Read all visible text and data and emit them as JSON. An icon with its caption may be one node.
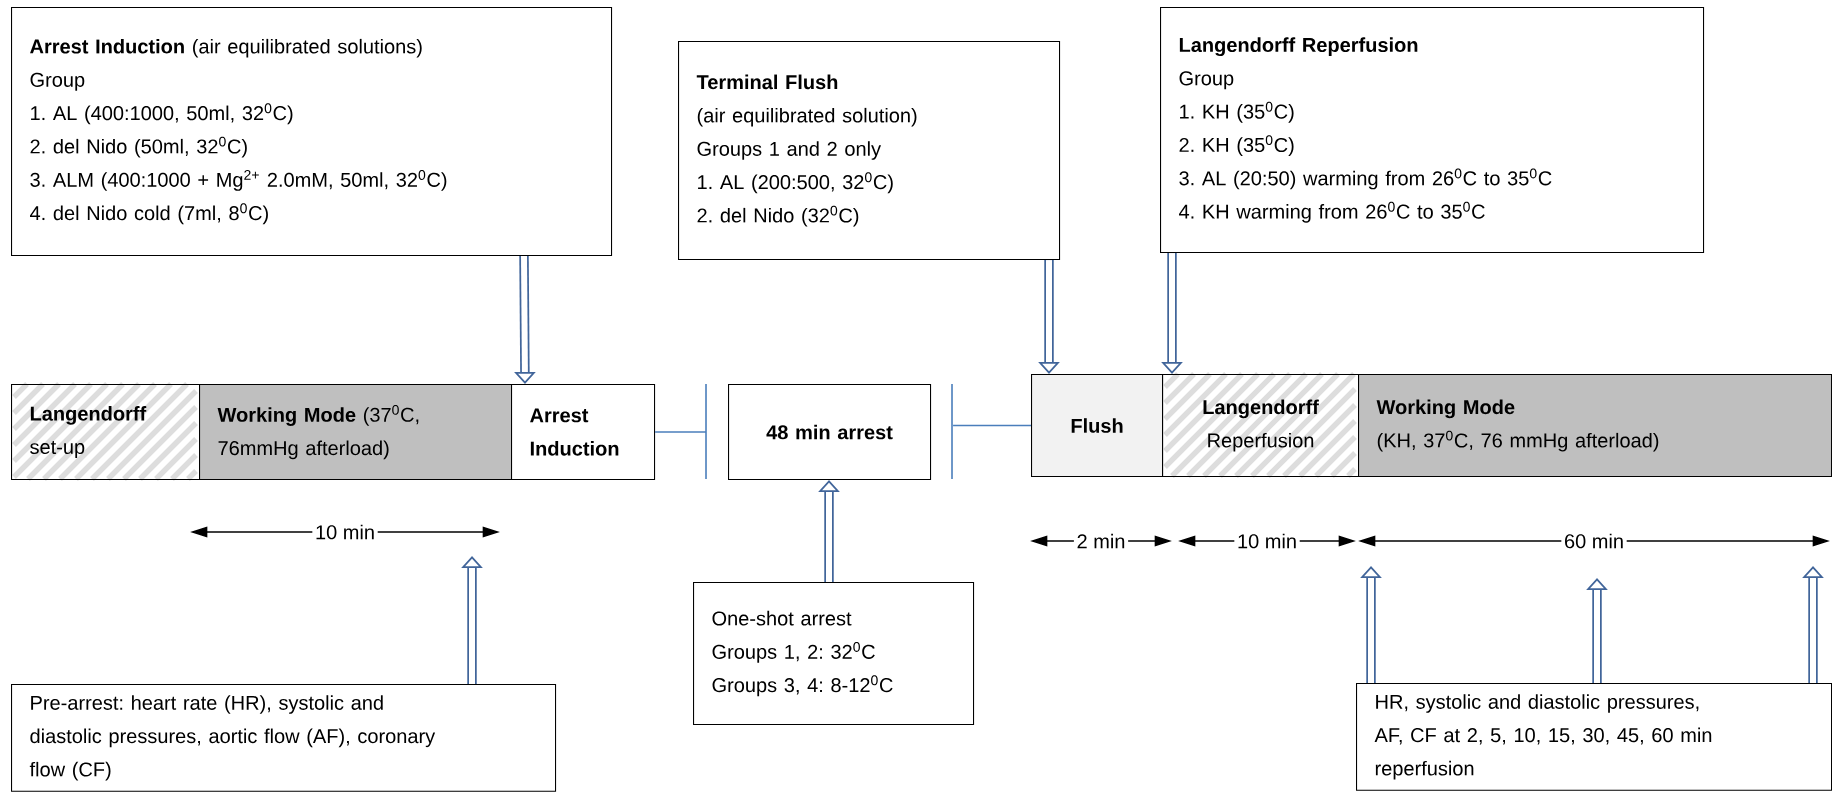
{
  "diagram": {
    "nodes": [
      {
        "text": [
          "**Arrest Induction** (air equilibrated solutions)",
          "Group",
          "1. AL (400:1000, 50ml, 32$^{0}$C)",
          "2. del Nido (50ml, 32$^{0}$C)",
          "3. ALM (400:1000 + Mg$^{2+}$ 2.0mM, 50ml, 32$^{0}$C)",
          "4. del Nido cold (7ml, 8$^{0}$C)"
        ]
      },
      {
        "text": [
          "Terminal Flush",
          "(air equilibrated solution)",
          "Groups 1 and 2 only",
          "1. AL (200:500, 32$^{0}$C)",
          "2. del Nido (32$^{0}$C)"
        ]
      },
      {
        "text": [
          "Langendorff  Reperfusion",
          "Group",
          "1. KH (35$^{0}$C)",
          "2. KH (35$^{0}$C)",
          "3. AL (20:50) warming from 26$^{0}$C to 35$^{0}$C",
          "4. KH warming from 26$^{0}$C to 35$^{0}$C"
        ]
      },
      {
        "text": [
          "Langendorff",
          "set-up"
        ]
      },
      {
        "text": [
          "**Working Mode** (37$^{0}$C, 76mmHg afterload)"
        ]
      },
      {
        "text": [
          "Arrest Induction"
        ]
      },
      {
        "text": [
          "48 min arrest"
        ]
      },
      {
        "text": [
          "Flush"
        ]
      },
      {
        "text": [
          "Langendorff",
          "Reperfusion"
        ]
      },
      {
        "text": [
          "Working Mode",
          "(KH, 37$^{0}$C, 76 mmHg afterload)"
        ]
      },
      {
        "text": [
          "Pre-arrest:  heart rate (HR), systolic and diastolic pressures, aortic flow (AF), coronary flow (CF)"
        ]
      },
      {
        "text": [
          "One-shot arrest",
          "Groups 1, 2: 32$^{0}$C",
          "Groups 3, 4: 8-12$^{0}$C"
        ]
      },
      {
        "text": [
          "HR, systolic and diastolic pressures, AF, CF at 2, 5, 10, 15, 30, 45, 60 min reperfusion"
        ]
      }
    ],
    "edges": [
      {
        "from": 0,
        "to": 5,
        "arrow": "to"
      },
      {
        "from": 1,
        "to": 7,
        "arrow": "to"
      },
      {
        "from": 2,
        "to": 8,
        "arrow": "to"
      },
      {
        "from": 5,
        "to": 6,
        "arrow": "none",
        "color": "#4a7ebb"
      },
      {
        "from": 7,
        "to": 6,
        "arrow": "none",
        "color": "#4a7ebb"
      },
      {
        "from": 11,
        "to": 6,
        "arrow": "to"
      },
      {
        "from": 10,
        "to": null,
        "arrow": "to"
      },
      {
        "from": 12,
        "to": null,
        "arrow": "to"
      },
      {
        "from": 12,
        "to": null,
        "arrow": "to"
      },
      {
        "from": 12,
        "to": null,
        "arrow": "to"
      }
    ],
    "labels": [
      "10 min",
      "2 min",
      "10 min",
      "60 min"
    ]
  }
}
